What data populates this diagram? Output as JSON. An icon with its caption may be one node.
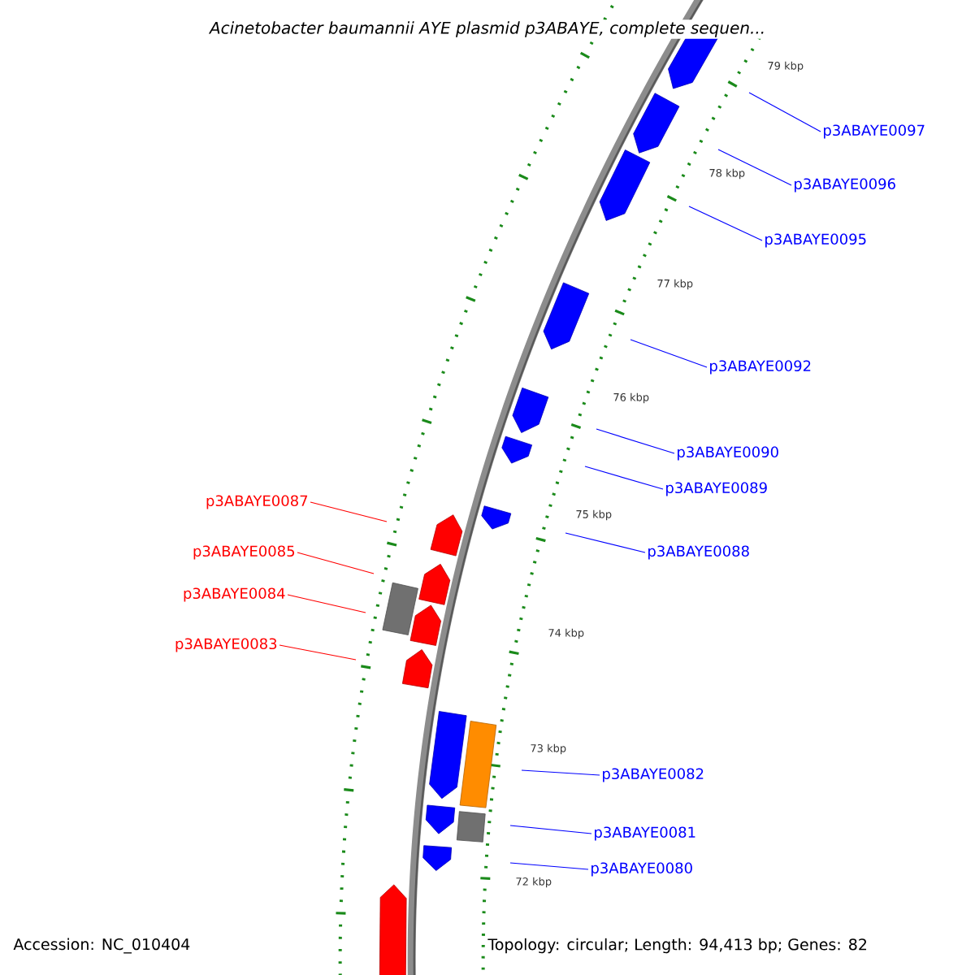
{
  "diagram": {
    "title": "Acinetobacter baumannii AYE plasmid p3ABAYE, complete sequen...",
    "nodes": [
      {
        "text": [
          "p3ABAYE0097"
        ]
      },
      {
        "text": [
          "p3ABAYE0096"
        ]
      },
      {
        "text": [
          "p3ABAYE0095"
        ]
      },
      {
        "text": [
          "p3ABAYE0092"
        ]
      },
      {
        "text": [
          "p3ABAYE0090"
        ]
      },
      {
        "text": [
          "p3ABAYE0089"
        ]
      },
      {
        "text": [
          "p3ABAYE0087"
        ]
      },
      {
        "text": [
          "p3ABAYE0085"
        ]
      },
      {
        "text": [
          "p3ABAYE0088"
        ]
      },
      {
        "text": [
          "p3ABAYE0084"
        ]
      },
      {
        "text": [
          "p3ABAYE0083"
        ]
      },
      {
        "text": [
          "p3ABAYE0082"
        ]
      },
      {
        "text": [
          "p3ABAYE0081"
        ]
      },
      {
        "text": [
          "p3ABAYE0080"
        ]
      }
    ],
    "edges": [
      {
        "from": 0,
        "to": null,
        "arrow": "none"
      },
      {
        "from": 1,
        "to": null,
        "arrow": "none"
      },
      {
        "from": 2,
        "to": null,
        "arrow": "none"
      },
      {
        "from": 3,
        "to": null,
        "arrow": "none"
      },
      {
        "from": 4,
        "to": null,
        "arrow": "none"
      },
      {
        "from": 5,
        "to": null,
        "arrow": "none"
      },
      {
        "from": 6,
        "to": null,
        "arrow": "none",
        "color": "#ff0000"
      },
      {
        "from": 7,
        "to": null,
        "arrow": "none",
        "color": "#ff0000"
      },
      {
        "from": 8,
        "to": null,
        "arrow": "none"
      },
      {
        "from": 9,
        "to": null,
        "arrow": "none",
        "color": "#ff0000"
      },
      {
        "from": 10,
        "to": null,
        "arrow": "none",
        "color": "#ff0000"
      },
      {
        "from": 11,
        "to": null,
        "arrow": "none"
      },
      {
        "from": 12,
        "to": null,
        "arrow": "none"
      },
      {
        "from": 13,
        "to": null,
        "arrow": "none"
      }
    ],
    "labels": [
      "79 kbp",
      "78 kbp",
      "77 kbp",
      "76 kbp",
      "75 kbp",
      "74 kbp",
      "73 kbp",
      "72 kbp",
      "Accession: NC_010404",
      "Topology: circular; Length: 94,413 bp; Genes: 82"
    ]
  }
}
